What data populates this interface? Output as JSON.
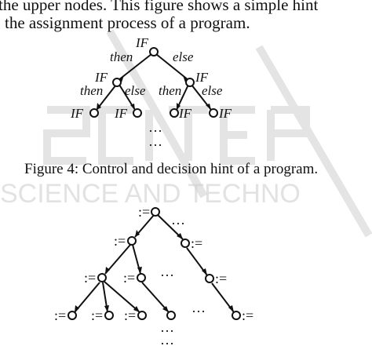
{
  "text": {
    "line1": "the upper nodes. This figure shows a simple hint",
    "line2": "the assignment process of a program.",
    "figure4_caption": "Figure 4: Control and decision hint of a program."
  },
  "figure4": {
    "labels": {
      "if": "IF",
      "then": "then",
      "else": "else",
      "ellipsis": "…"
    }
  },
  "figure5": {
    "labels": {
      "assign": ":=",
      "ellipsis": "…"
    }
  },
  "watermark": {
    "text_main": "SCITEP",
    "text_sub": "SCIENCE AND TECHNO",
    "color": "#c8c8c8"
  }
}
